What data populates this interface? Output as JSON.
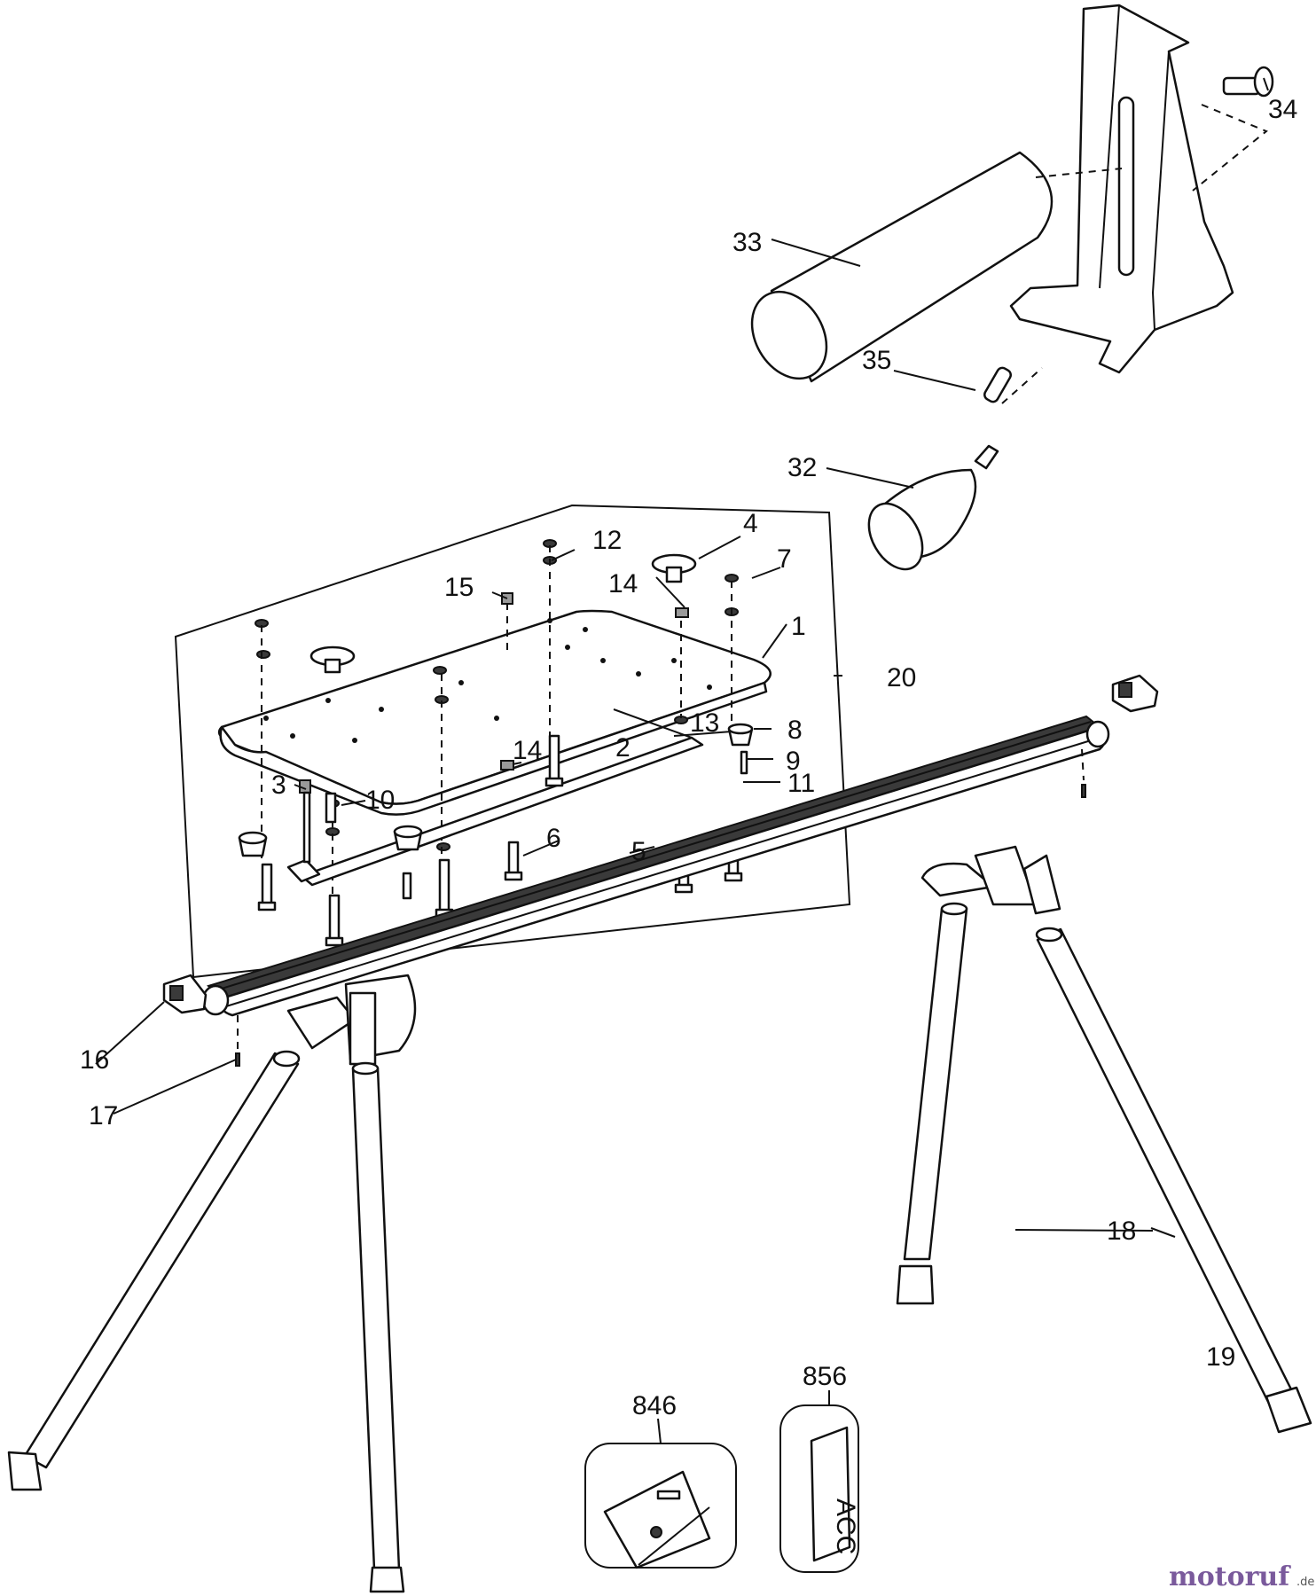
{
  "diagram": {
    "callouts": {
      "p1": "1",
      "p2": "2",
      "p3": "3",
      "p4": "4",
      "p5": "5",
      "p6": "6",
      "p7": "7",
      "p8": "8",
      "p9": "9",
      "p10": "10",
      "p11": "11",
      "p12": "12",
      "p13": "13",
      "p14a": "14",
      "p14b": "14",
      "p15": "15",
      "p16": "16",
      "p17": "17",
      "p18": "18",
      "p19": "19",
      "p20": "20",
      "p32": "32",
      "p33": "33",
      "p34": "34",
      "p35": "35",
      "p846": "846",
      "p856": "856"
    },
    "label_card_text": "ACC",
    "watermark": {
      "brand": "motoruf",
      "suffix": ".de"
    }
  }
}
